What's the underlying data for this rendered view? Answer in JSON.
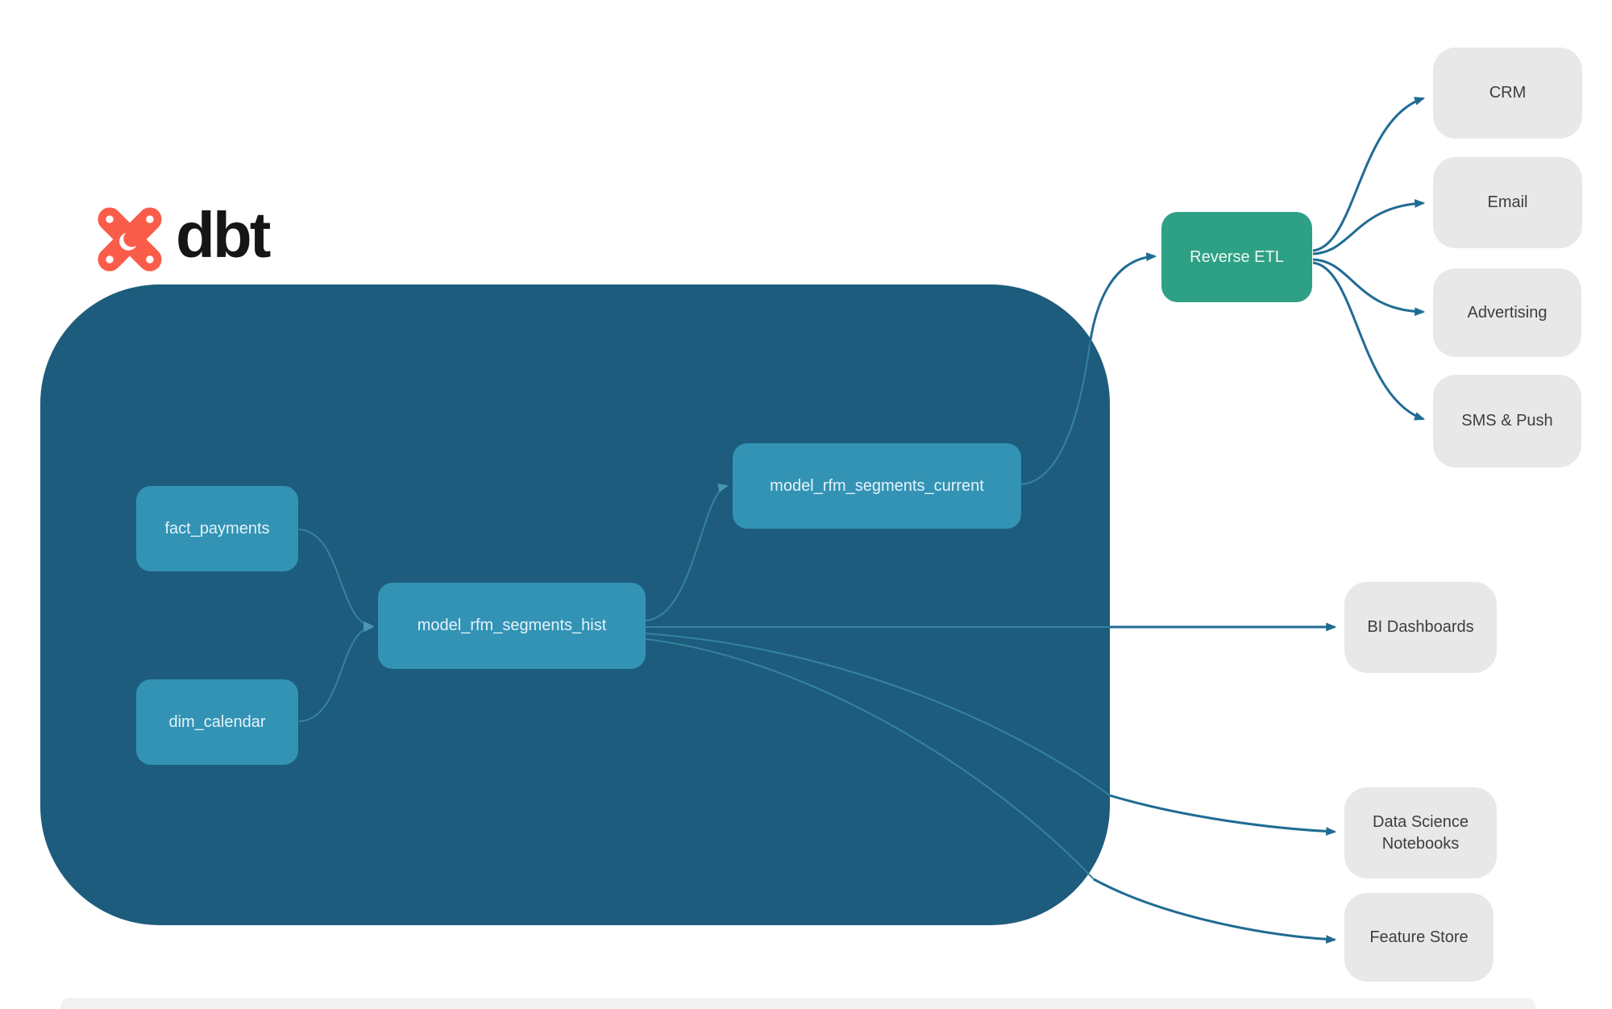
{
  "logo": {
    "brand": "dbt"
  },
  "colors": {
    "dbt_orange": "#f95d4a",
    "warehouse_background": "#1d5c7d",
    "model_node_teal": "#3393b5",
    "reverse_etl_green": "#2ea085",
    "destination_gray": "#e8e8e8",
    "edge_outside": "#206b94",
    "edge_inside": "#35839f",
    "node_text_light": "#e4f3f9",
    "node_text_dark": "#3e3e3e"
  },
  "nodes": {
    "fact_payments": {
      "label": "fact_payments"
    },
    "dim_calendar": {
      "label": "dim_calendar"
    },
    "model_rfm_segments_hist": {
      "label": "model_rfm_segments_hist"
    },
    "model_rfm_segments_current": {
      "label": "model_rfm_segments_current"
    },
    "reverse_etl": {
      "label": "Reverse ETL"
    },
    "crm": {
      "label": "CRM"
    },
    "email": {
      "label": "Email"
    },
    "advertising": {
      "label": "Advertising"
    },
    "sms_push": {
      "label": "SMS & Push"
    },
    "bi_dashboards": {
      "label": "BI Dashboards"
    },
    "data_science_notebooks": {
      "label": "Data Science Notebooks"
    },
    "feature_store": {
      "label": "Feature Store"
    }
  },
  "edges": [
    {
      "from": "fact_payments",
      "to": "model_rfm_segments_hist"
    },
    {
      "from": "dim_calendar",
      "to": "model_rfm_segments_hist"
    },
    {
      "from": "model_rfm_segments_hist",
      "to": "model_rfm_segments_current"
    },
    {
      "from": "model_rfm_segments_current",
      "to": "reverse_etl"
    },
    {
      "from": "reverse_etl",
      "to": "crm"
    },
    {
      "from": "reverse_etl",
      "to": "email"
    },
    {
      "from": "reverse_etl",
      "to": "advertising"
    },
    {
      "from": "reverse_etl",
      "to": "sms_push"
    },
    {
      "from": "model_rfm_segments_hist",
      "to": "bi_dashboards"
    },
    {
      "from": "model_rfm_segments_hist",
      "to": "data_science_notebooks"
    },
    {
      "from": "model_rfm_segments_hist",
      "to": "feature_store"
    }
  ]
}
